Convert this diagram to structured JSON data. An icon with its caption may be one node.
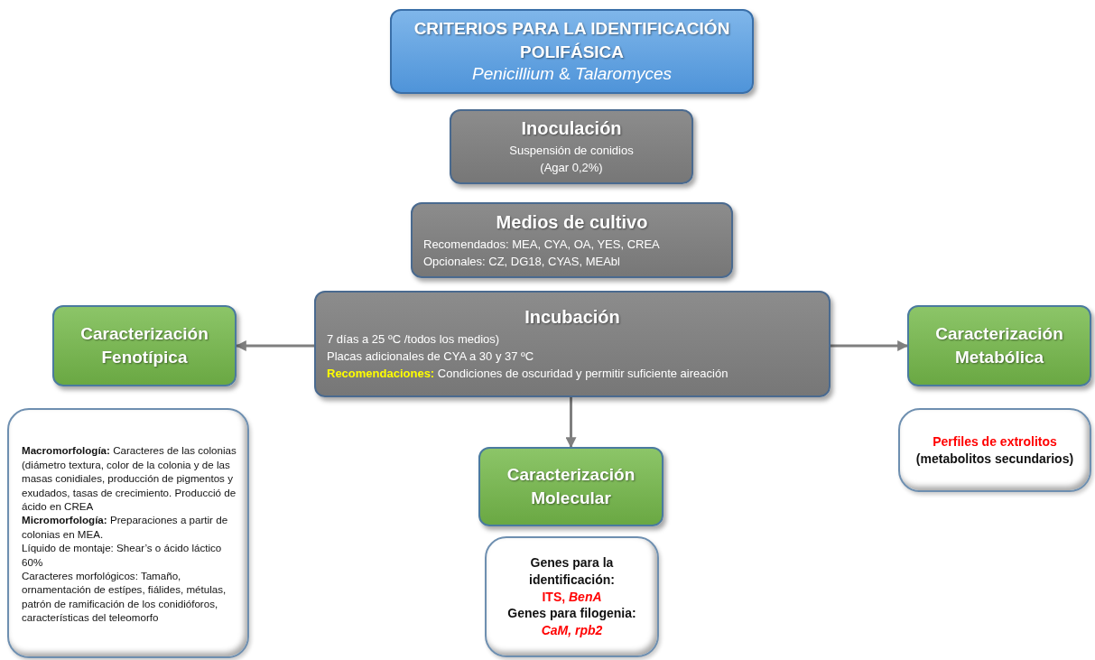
{
  "diagram": {
    "nodes": [
      {
        "text": [
          "CRITERIOS PARA LA IDENTIFICACIÓN POLIFÁSICA",
          "*Penicillium* & *Talaromyces*"
        ]
      },
      {
        "text": [
          "Inoculación",
          "Suspensión de conidios",
          "(Agar 0,2%)"
        ]
      },
      {
        "text": [
          "Medios de cultivo",
          "Recomendados: MEA, CYA, OA, YES, CREA",
          "Opcionales: CZ, DG18, CYAS, MEAbl"
        ]
      },
      {
        "text": [
          "Incubación",
          "7 días a 25 ºC /todos los medios)",
          "Placas adicionales de CYA a 30 y 37 ºC",
          "**Recomendaciones:** Condiciones de oscuridad y permitir suficiente aireación"
        ]
      },
      {
        "text": [
          "Caracterización Fenotípica"
        ]
      },
      {
        "text": [
          "Caracterización Metabólica"
        ]
      },
      {
        "text": [
          "Caracterización Molecular"
        ]
      },
      {
        "text": [
          "**Macromorfología:** Caracteres de las colonias (diámetro textura, color de la colonia y de las masas conidiales, producción de pigmentos y exudados, tasas de crecimiento. Producció de ácido en CREA",
          "**Micromorfología:** Preparaciones a partir de colonias en MEA.",
          "Líquido de montaje: Shear’s o ácido láctico 60%",
          "Caracteres morfológicos: Tamaño, ornamentación de estípes, fiálides, métulas, patrón de ramificación de los conidióforos, características del teleomorfo"
        ]
      },
      {
        "text": [
          "Perfiles de extrolitos",
          "(metabolitos secundarios)"
        ]
      },
      {
        "text": [
          "Genes para la identificación:",
          "ITS, *BenA*",
          "Genes para filogenia:",
          "*CaM, rpb2*"
        ]
      }
    ],
    "edges": [
      {
        "from": 3,
        "to": 4,
        "arrow": "to"
      },
      {
        "from": 3,
        "to": 5,
        "arrow": "to"
      },
      {
        "from": 3,
        "to": 6,
        "arrow": "to"
      }
    ]
  }
}
